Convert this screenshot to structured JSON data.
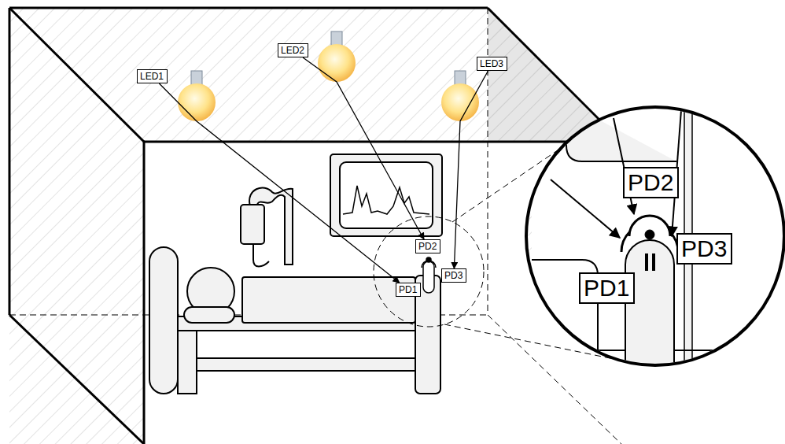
{
  "diagram": {
    "nodes": [
      {
        "text": [
          "LED1"
        ]
      },
      {
        "text": [
          "LED2"
        ]
      },
      {
        "text": [
          "LED3"
        ]
      },
      {
        "text": [
          "PD2"
        ]
      },
      {
        "text": [
          "PD3"
        ]
      },
      {
        "text": [
          "PD1"
        ]
      },
      {
        "text": [
          "PD2"
        ]
      },
      {
        "text": [
          "PD3"
        ]
      },
      {
        "text": [
          "PD1"
        ]
      }
    ],
    "edges": [
      {
        "from": 0,
        "to": 5,
        "arrow": "to"
      },
      {
        "from": 1,
        "to": 3,
        "arrow": "to"
      },
      {
        "from": 2,
        "to": 4,
        "arrow": "to"
      }
    ]
  }
}
